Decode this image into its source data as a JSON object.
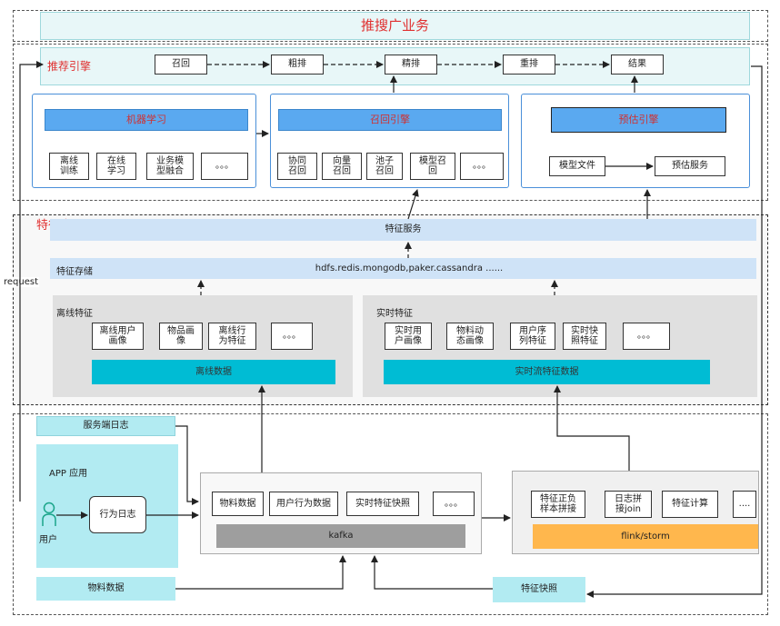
{
  "top": {
    "title": "推搜广业务"
  },
  "engine": {
    "title": "推荐引擎",
    "pipeline": [
      "召回",
      "粗排",
      "精排",
      "重排",
      "结果"
    ],
    "ml": {
      "title": "机器学习",
      "items": [
        "离线\n训练",
        "在线\n学习",
        "业务模\n型融合",
        "。。。"
      ]
    },
    "recall": {
      "title": "召回引擎",
      "items": [
        "协同\n召回",
        "向量\n召回",
        "池子\n召回",
        "模型召\n回",
        "。。。"
      ]
    },
    "predict": {
      "title": "预估引擎",
      "model_file": "模型文件",
      "service": "预估服务"
    }
  },
  "request_label": "request",
  "feature_center": {
    "title": "特征中心",
    "service": "特征服务",
    "storage_label": "特征存储",
    "storage_value": "hdfs.redis.mongodb,paker.cassandra ......",
    "offline": {
      "title": "离线特征",
      "items": [
        "离线用户\n画像",
        "物品画\n像",
        "离线行\n为特征",
        "。。。"
      ],
      "data": "离线数据"
    },
    "realtime": {
      "title": "实时特征",
      "items": [
        "实时用\n户画像",
        "物料动\n态画像",
        "用户序\n列特征",
        "实时快\n照特征",
        "。。。"
      ],
      "data": "实时流特征数据"
    }
  },
  "sources": {
    "server_log": "服务端日志",
    "app": "APP 应用",
    "behavior_log": "行为日志",
    "user": "用户",
    "material": "物料数据",
    "snapshot": "特征快照"
  },
  "kafka": {
    "items": [
      "物料数据",
      "用户行为数据",
      "实时特征快照",
      "。。。"
    ],
    "label": "kafka"
  },
  "flink": {
    "items": [
      "特征正负\n样本拼接",
      "日志拼\n接join",
      "特征计算",
      "...."
    ],
    "label": "flink/storm"
  }
}
